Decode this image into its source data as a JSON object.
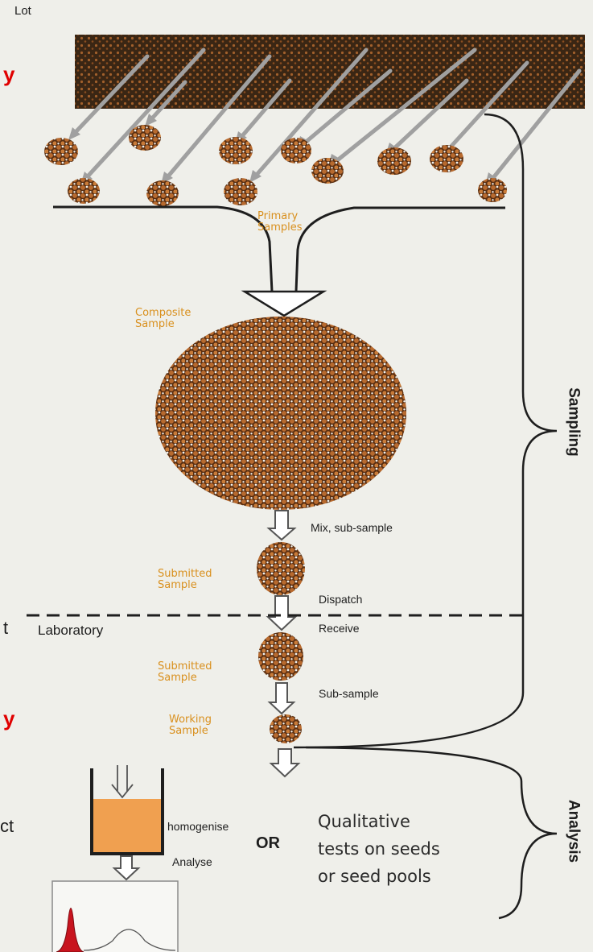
{
  "labels": {
    "lot": "Lot",
    "primary_samples": [
      "Primary",
      "Samples"
    ],
    "composite_sample": [
      "Composite",
      "Sample"
    ],
    "mix_subsample": "Mix, sub-sample",
    "submitted_sample_1": [
      "Submitted",
      "Sample"
    ],
    "dispatch": "Dispatch",
    "laboratory": "Laboratory",
    "receive": "Receive",
    "submitted_sample_2": [
      "Submitted",
      "Sample"
    ],
    "sub_sample": "Sub-sample",
    "working_sample": [
      "Working",
      "Sample"
    ],
    "homogenise": "homogenise",
    "analyse": "Analyse",
    "or": "OR",
    "qualitative": [
      "Qualitative",
      "tests on seeds",
      "or seed pools"
    ],
    "sampling": "Sampling",
    "analysis": "Analysis"
  },
  "cutoff_edge_text": {
    "red_1": "y",
    "t": "t",
    "red_2": "y",
    "ct": "ct"
  },
  "colors": {
    "seed": "#b86a2e",
    "seed_dark": "#5a2f12",
    "lot_bar": "#3a2614",
    "label_orange": "#d9901e",
    "edge_red": "#e00000",
    "liquid": "#f0a050",
    "peak": "#c8141e",
    "arrow_gray": "#a0a0a0"
  }
}
